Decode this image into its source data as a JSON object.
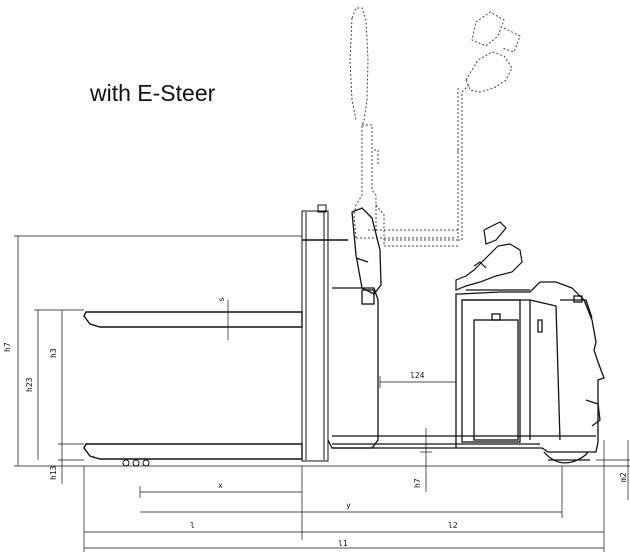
{
  "caption": "with E-Steer",
  "dimensions": {
    "h7": "h7",
    "h23": "h23",
    "h3": "h3",
    "h13": "h13",
    "s": "s",
    "l24": "l24",
    "x": "x",
    "y": "y",
    "l": "l",
    "l2": "l2",
    "l1": "l1",
    "h7_lower": "h7",
    "m2": "m2"
  }
}
